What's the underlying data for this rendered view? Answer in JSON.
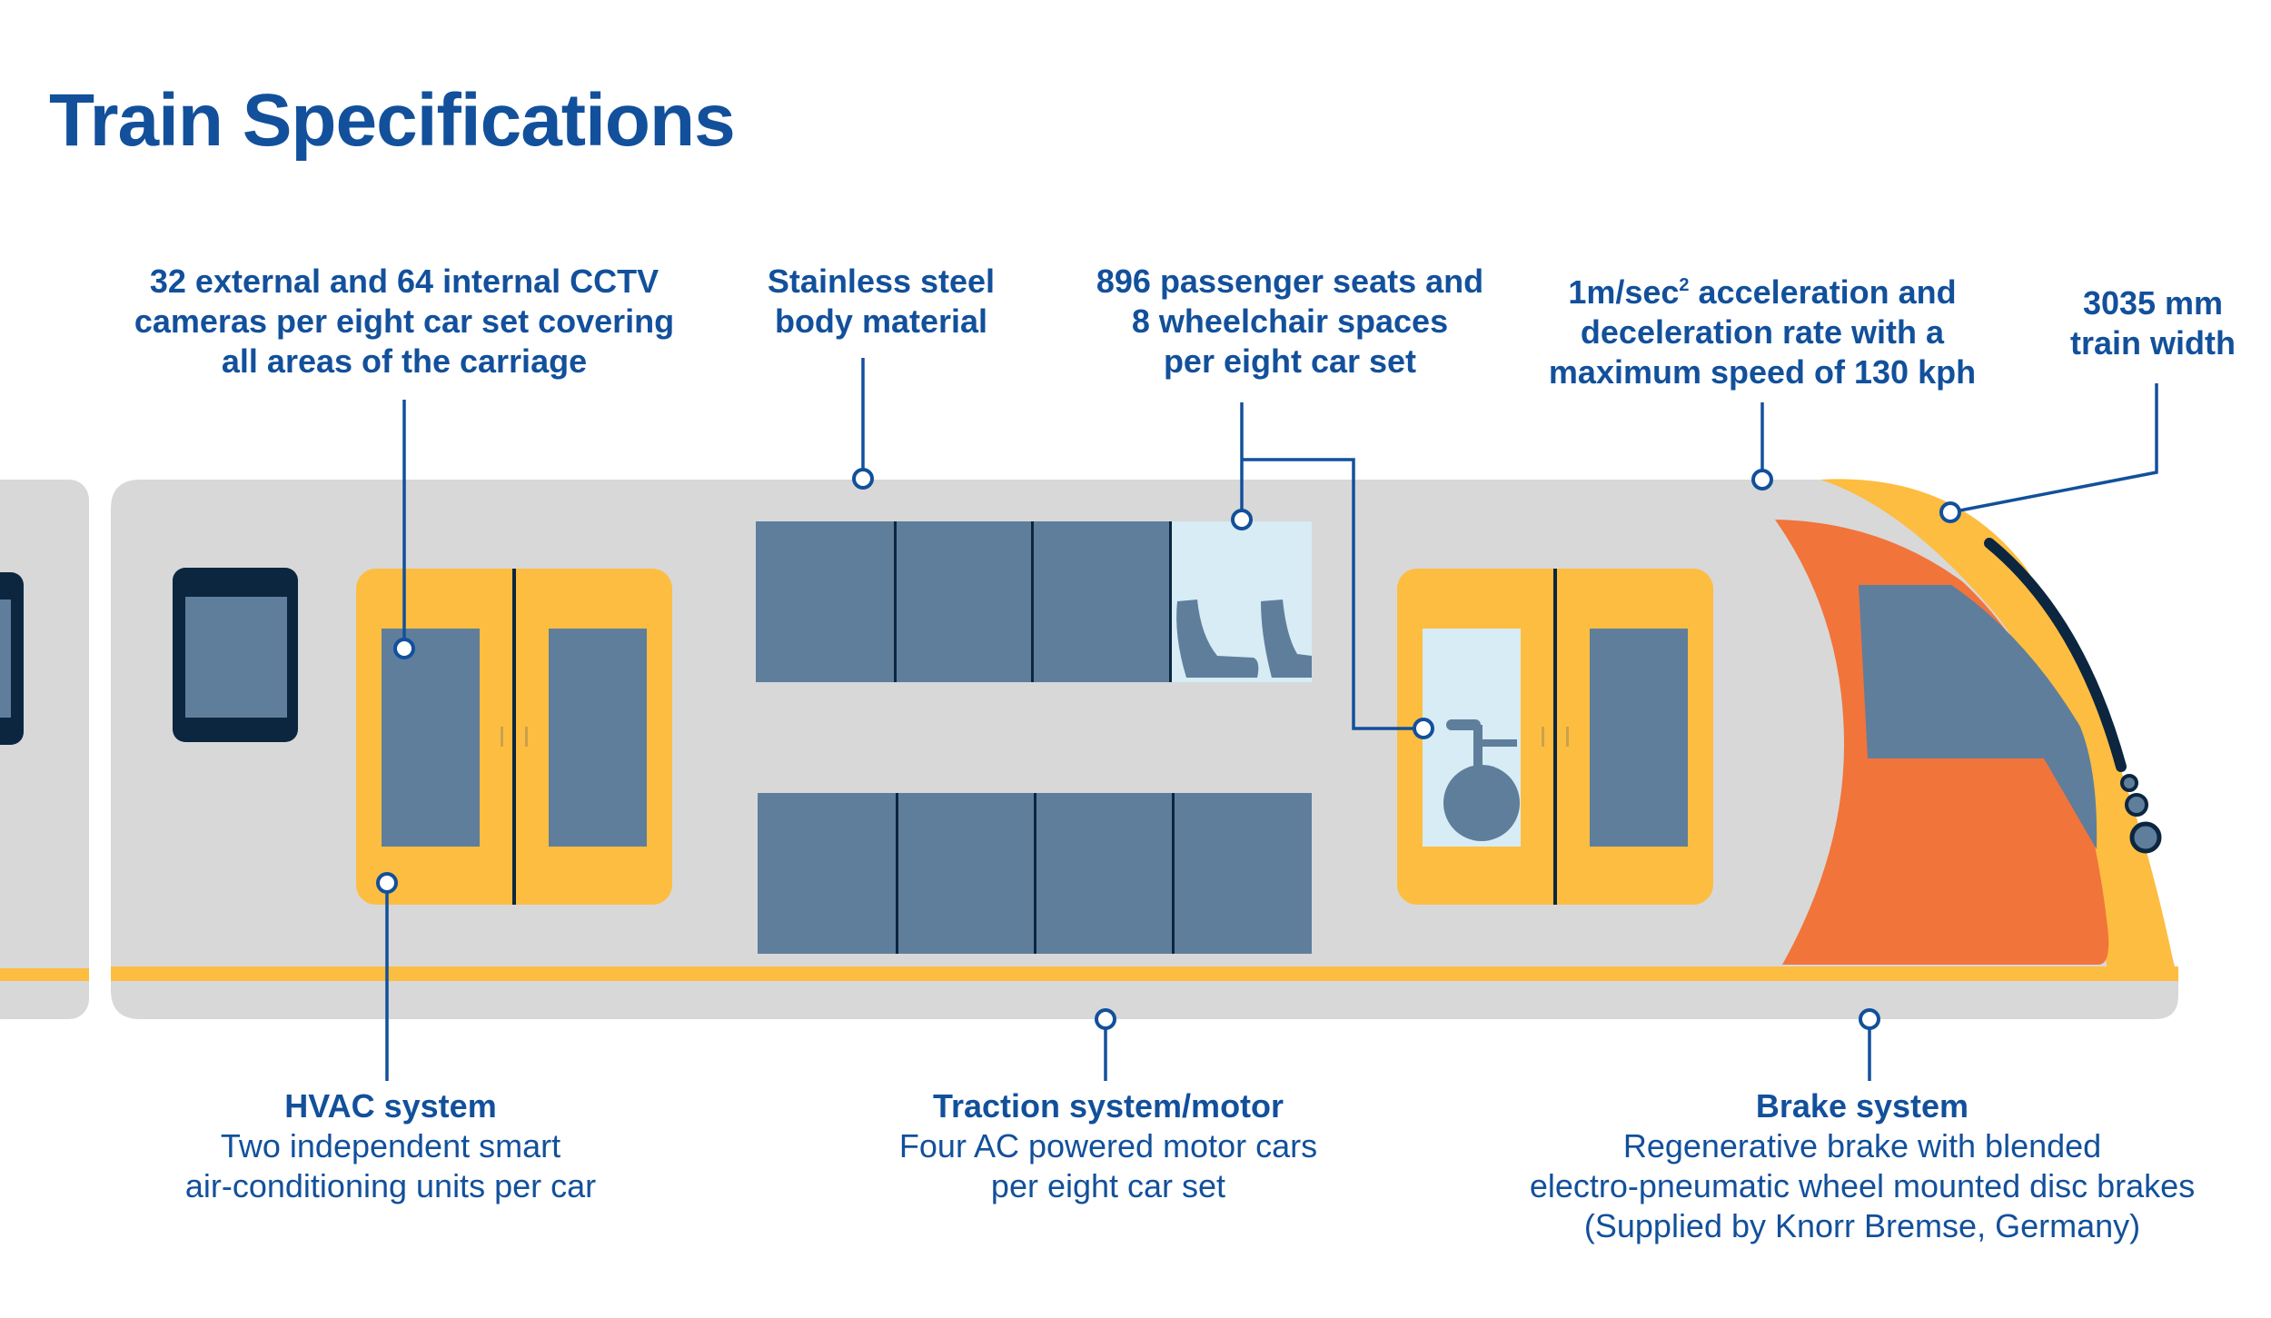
{
  "title": "Train Specifications",
  "top_labels": {
    "cctv": [
      "32 external and 64 internal CCTV",
      "cameras per eight car set covering",
      "all areas of the carriage"
    ],
    "body": [
      "Stainless steel",
      "body material"
    ],
    "seats": [
      "896 passenger seats and",
      "8  wheelchair spaces",
      "per eight car set"
    ],
    "accel": {
      "line1_pre": "1m/sec",
      "line1_sup": "2",
      "line1_post": " acceleration and",
      "line2": "deceleration rate with a",
      "line3": "maximum speed of 130 kph"
    },
    "width": [
      "3035 mm",
      "train width"
    ]
  },
  "bottom_labels": {
    "hvac": {
      "heading": "HVAC system",
      "lines": [
        "Two independent smart",
        "air-conditioning units per car"
      ]
    },
    "traction": {
      "heading": "Traction system/motor",
      "lines": [
        "Four AC powered motor cars",
        "per eight car set"
      ]
    },
    "brake": {
      "heading": "Brake system",
      "lines": [
        "Regenerative brake with blended",
        "electro-pneumatic wheel mounted disc brakes",
        "(Supplied by Knorr Bremse, Germany)"
      ]
    }
  },
  "colors": {
    "title_blue": "#12509b",
    "body_grey": "#d8d8d8",
    "window_blue": "#5e7e9c",
    "door_yellow": "#fdbd40",
    "nose_orange": "#f1743b",
    "navy": "#0c2640",
    "light_blue": "#d7ecf5"
  }
}
